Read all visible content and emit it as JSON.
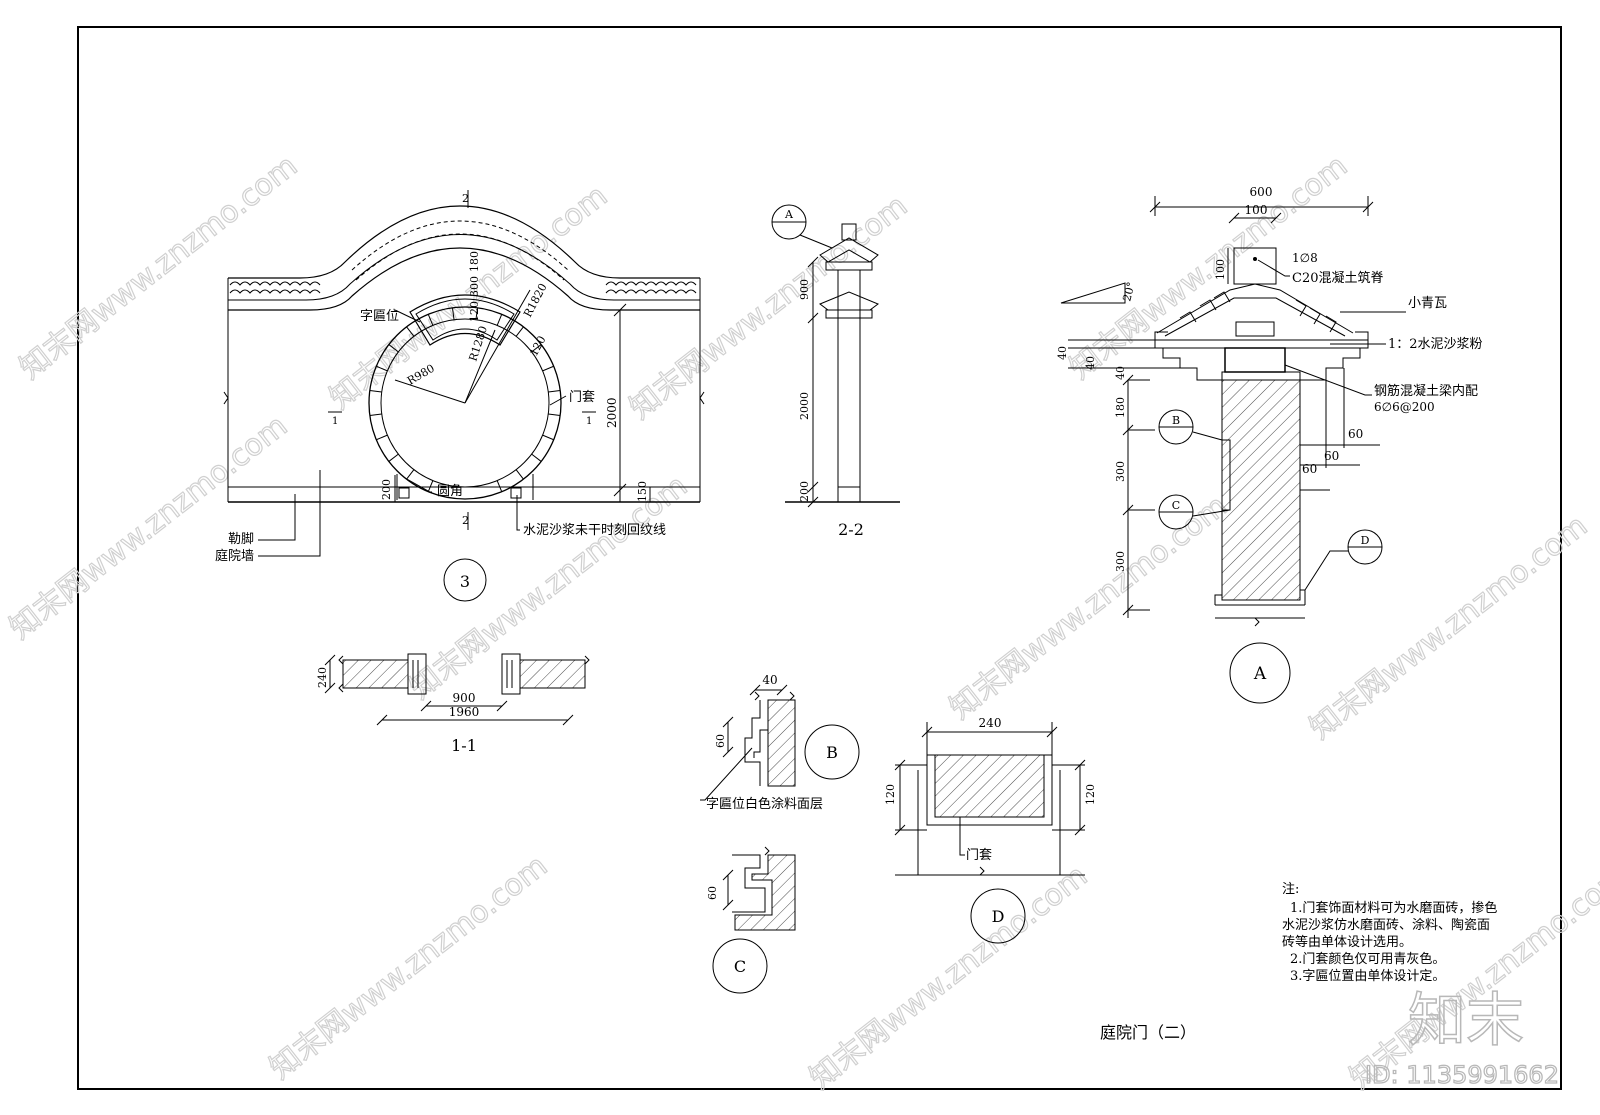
{
  "drawing": {
    "title": "庭院门（二）",
    "brand_logo": "知末",
    "id_label": "ID: 1135991662",
    "watermark": "知末网www.znzmo.com"
  },
  "elevation": {
    "number": "3",
    "labels": {
      "plaque": "字匾位",
      "frame": "门套",
      "round_corner": "圆角",
      "groove": "水泥沙浆未干时刻回纹线",
      "plinth": "勒脚",
      "wall": "庭院墙"
    },
    "dims": {
      "r980": "R980",
      "r1280": "R1280",
      "r1820": "R1820",
      "d120": "120",
      "d300": "300",
      "d180": "180",
      "d120b": "120",
      "d2000": "2000",
      "d200": "200",
      "d150": "150"
    },
    "section_marks": {
      "top": "2",
      "bottom": "2",
      "left": "1",
      "right": "1"
    }
  },
  "section_22": {
    "title": "2-2",
    "callout": "A",
    "dims": {
      "d900": "900",
      "d2000": "2000",
      "d200": "200"
    }
  },
  "section_11": {
    "title": "1-1",
    "dims": {
      "d240": "240",
      "d900": "900",
      "d1960": "1960"
    }
  },
  "detail_a": {
    "number": "A",
    "dims": {
      "d600": "600",
      "d100": "100",
      "d100v": "100",
      "angle": "20°",
      "d40a": "40",
      "d40b": "40",
      "d40c": "40",
      "d180": "180",
      "d300a": "300",
      "d300b": "300",
      "d60a": "60",
      "d60b": "60",
      "d60c": "60"
    },
    "labels": {
      "rebar": "1∅8",
      "ridge": "C20混凝土筑脊",
      "tile": "小青瓦",
      "plaster": "1：2水泥沙浆粉",
      "beam1": "钢筋混凝土梁内配",
      "beam2": "6∅6@200"
    },
    "callouts": {
      "b": "B",
      "c": "C",
      "d": "D"
    }
  },
  "detail_b": {
    "number": "B",
    "dims": {
      "d40": "40",
      "d60": "60"
    },
    "label": "字匾位白色涂料面层"
  },
  "detail_c": {
    "number": "C",
    "dims": {
      "d60": "60"
    }
  },
  "detail_d": {
    "number": "D",
    "dims": {
      "d240": "240",
      "d120l": "120",
      "d120r": "120"
    },
    "label": "门套"
  },
  "notes": {
    "heading": "注:",
    "line1": "1.门套饰面材料可为水磨面砖，掺色",
    "line2": "水泥沙浆仿水磨面砖、涂料、陶瓷面",
    "line3": "砖等由单体设计选用。",
    "line4": "2.门套颜色仅可用青灰色。",
    "line5": "3.字匾位置由单体设计定。"
  }
}
